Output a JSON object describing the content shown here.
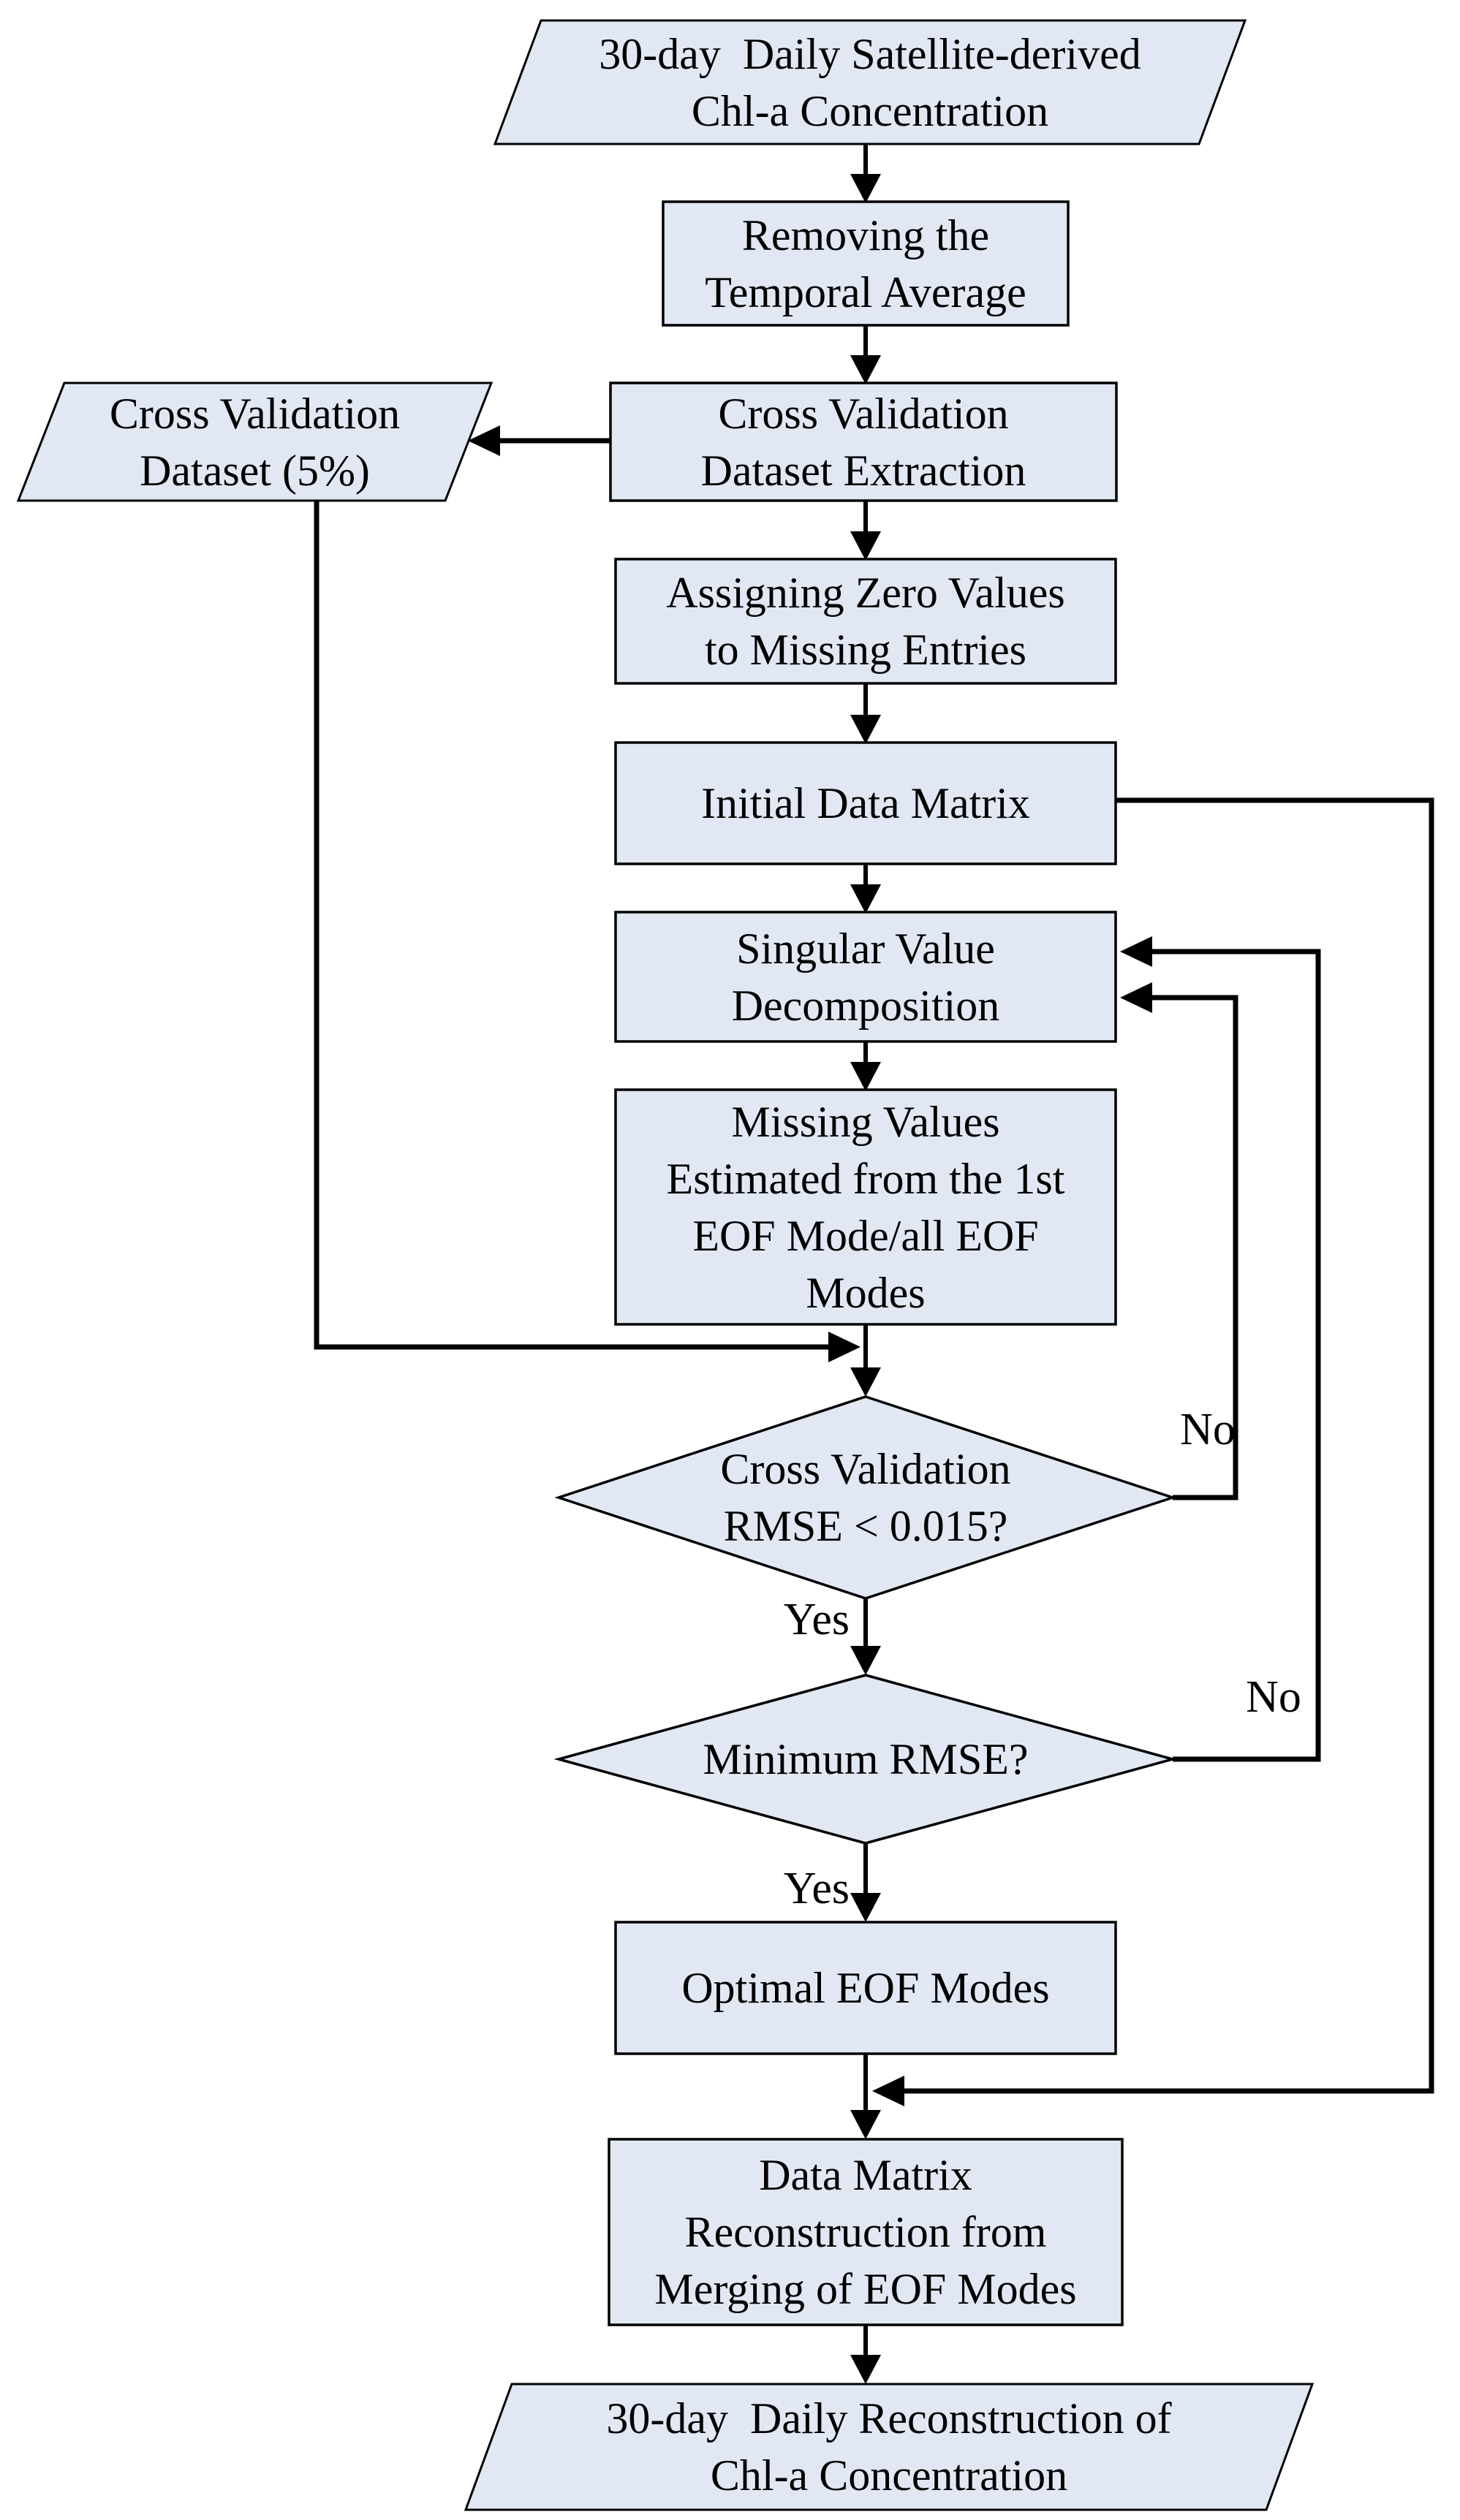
{
  "colors": {
    "node_fill": "#e1e8f4",
    "line": "#000000",
    "text": "#000000",
    "background": "#ffffff"
  },
  "nodes": {
    "input": {
      "lines": [
        "30-day  Daily Satellite-derived",
        "Chl-a Concentration"
      ]
    },
    "removing_temporal_average": {
      "lines": [
        "Removing the",
        "Temporal Average"
      ]
    },
    "cross_validation_dataset": {
      "lines": [
        "Cross Validation",
        "Dataset (5%)"
      ]
    },
    "cross_validation_extraction": {
      "lines": [
        "Cross Validation",
        "Dataset Extraction"
      ]
    },
    "assigning_zero_values": {
      "lines": [
        "Assigning Zero Values",
        "to Missing Entries"
      ]
    },
    "initial_data_matrix": {
      "lines": [
        "Initial Data Matrix"
      ]
    },
    "singular_value_decomposition": {
      "lines": [
        "Singular Value",
        "Decomposition"
      ]
    },
    "missing_values_estimated": {
      "lines": [
        "Missing Values",
        "Estimated from the 1st",
        "EOF Mode/all EOF",
        "Modes"
      ]
    },
    "cross_validation_rmse_decision": {
      "lines": [
        "Cross Validation",
        "RMSE < 0.015?"
      ]
    },
    "minimum_rmse_decision": {
      "lines": [
        "Minimum RMSE?"
      ]
    },
    "optimal_eof_modes": {
      "lines": [
        "Optimal EOF Modes"
      ]
    },
    "data_matrix_reconstruction": {
      "lines": [
        "Data Matrix",
        "Reconstruction from",
        "Merging of EOF Modes"
      ]
    },
    "output": {
      "lines": [
        "30-day  Daily Reconstruction of",
        "Chl-a Concentration"
      ]
    }
  },
  "edge_labels": {
    "yes_cv_rmse": "Yes",
    "yes_min_rmse": "Yes",
    "no_cv_rmse": "No",
    "no_min_rmse": "No"
  }
}
